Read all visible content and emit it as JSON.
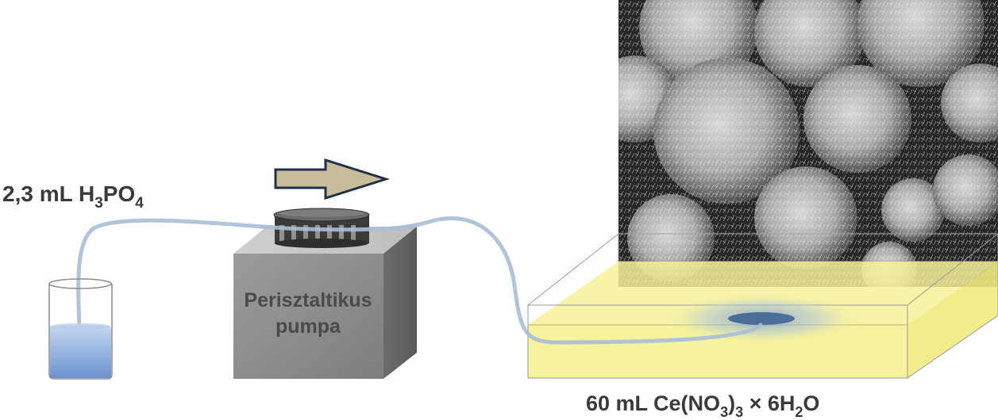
{
  "labels": {
    "acid": {
      "prefix": "2,3 mL H",
      "sub1": "3",
      "mid": "PO",
      "sub2": "4"
    },
    "pump": {
      "line1": "Perisztaltikus",
      "line2": "pumpa"
    },
    "solution": {
      "prefix": "60 mL Ce(NO",
      "sub1": "3",
      "mid1": ")",
      "sub2": "3",
      "mid2": " × 6H",
      "sub3": "2",
      "suffix": "O"
    }
  },
  "colors": {
    "tube": "#a8bed6",
    "liquid": "#6f98d4",
    "arrow_fill": "#c8bd9a",
    "arrow_stroke": "#1f3044",
    "tray_liquid": "#f6f199",
    "pump_body": "#8f8f8f",
    "drop": "#4a6e99"
  },
  "icons": {
    "beaker": "beaker-icon",
    "pump": "peristaltic-pump-icon",
    "direction_arrow": "arrow-right-icon",
    "tray": "reaction-tray-icon",
    "micrograph": "sem-micrograph-image"
  }
}
